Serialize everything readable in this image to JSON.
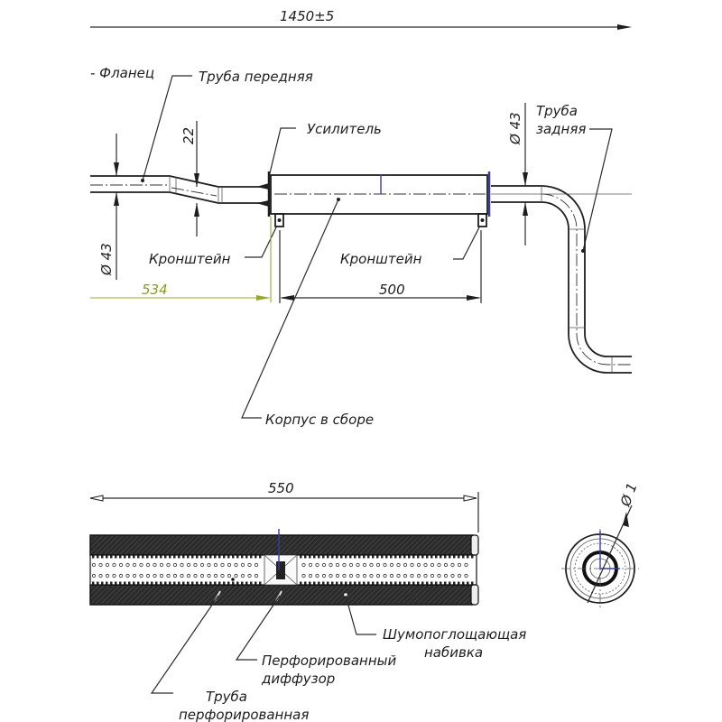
{
  "drawing": {
    "title": "Muffler assembly technical drawing",
    "dimensions": {
      "overall_length": "1450±5",
      "front_pipe_offset": "22",
      "front_pipe_diameter": "Ø 43",
      "rear_pipe_diameter": "Ø 43",
      "bracket_position": "534",
      "bracket_spacing": "500",
      "body_length": "550",
      "end_view_diameter": "Ø 1"
    },
    "callouts": {
      "flange": "- Фланец",
      "front_pipe": "Труба передняя",
      "reinforcement": "Усилитель",
      "rear_pipe_line1": "Труба",
      "rear_pipe_line2": "задняя",
      "bracket_left": "Кронштейн",
      "bracket_right": "Кронштейн",
      "body_assembly": "Корпус в сборе",
      "sound_absorbing_line1": "Шумопоглощающая",
      "sound_absorbing_line2": "набивка",
      "perforated_diffuser_line1": "Перфорированный",
      "perforated_diffuser_line2": "диффузор",
      "perforated_pipe_line1": "Труба",
      "perforated_pipe_line2": "перфорированная"
    },
    "colors": {
      "line": "#1e1e1e",
      "dimension_green": "#9aa832",
      "accent_blue": "#3a3aa8",
      "background": "#ffffff"
    }
  }
}
